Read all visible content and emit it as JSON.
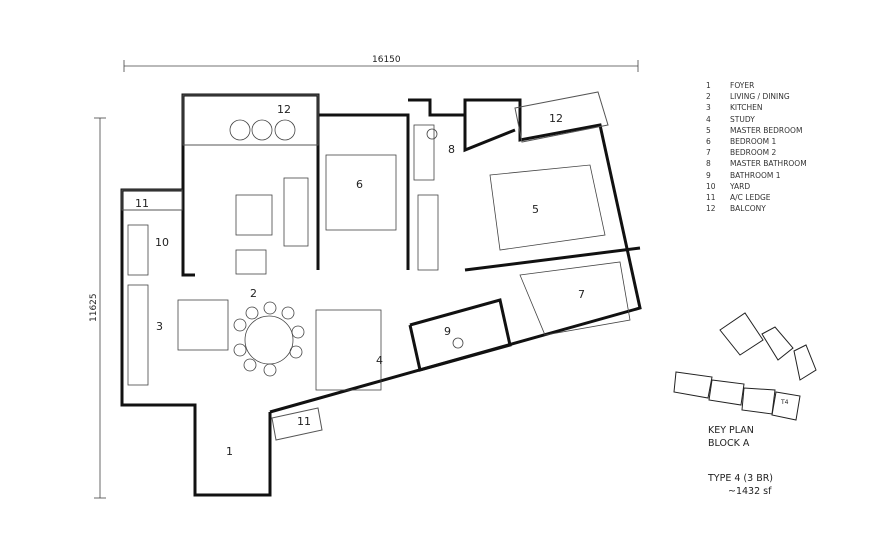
{
  "dimensions": {
    "width": "16150",
    "height": "11625"
  },
  "rooms": [
    {
      "num": "1",
      "name": "FOYER"
    },
    {
      "num": "2",
      "name": "LIVING / DINING"
    },
    {
      "num": "3",
      "name": "KITCHEN"
    },
    {
      "num": "4",
      "name": "STUDY"
    },
    {
      "num": "5",
      "name": "MASTER BEDROOM"
    },
    {
      "num": "6",
      "name": "BEDROOM 1"
    },
    {
      "num": "7",
      "name": "BEDROOM 2"
    },
    {
      "num": "8",
      "name": "MASTER BATHROOM"
    },
    {
      "num": "9",
      "name": "BATHROOM 1"
    },
    {
      "num": "10",
      "name": "YARD"
    },
    {
      "num": "11",
      "name": "A/C LEDGE"
    },
    {
      "num": "12",
      "name": "BALCONY"
    }
  ],
  "key_plan": {
    "title": "KEY PLAN",
    "block": "BLOCK A",
    "unit_tag": "T4"
  },
  "unit": {
    "type": "TYPE 4 (3 BR)",
    "area": "~1432 sf"
  }
}
